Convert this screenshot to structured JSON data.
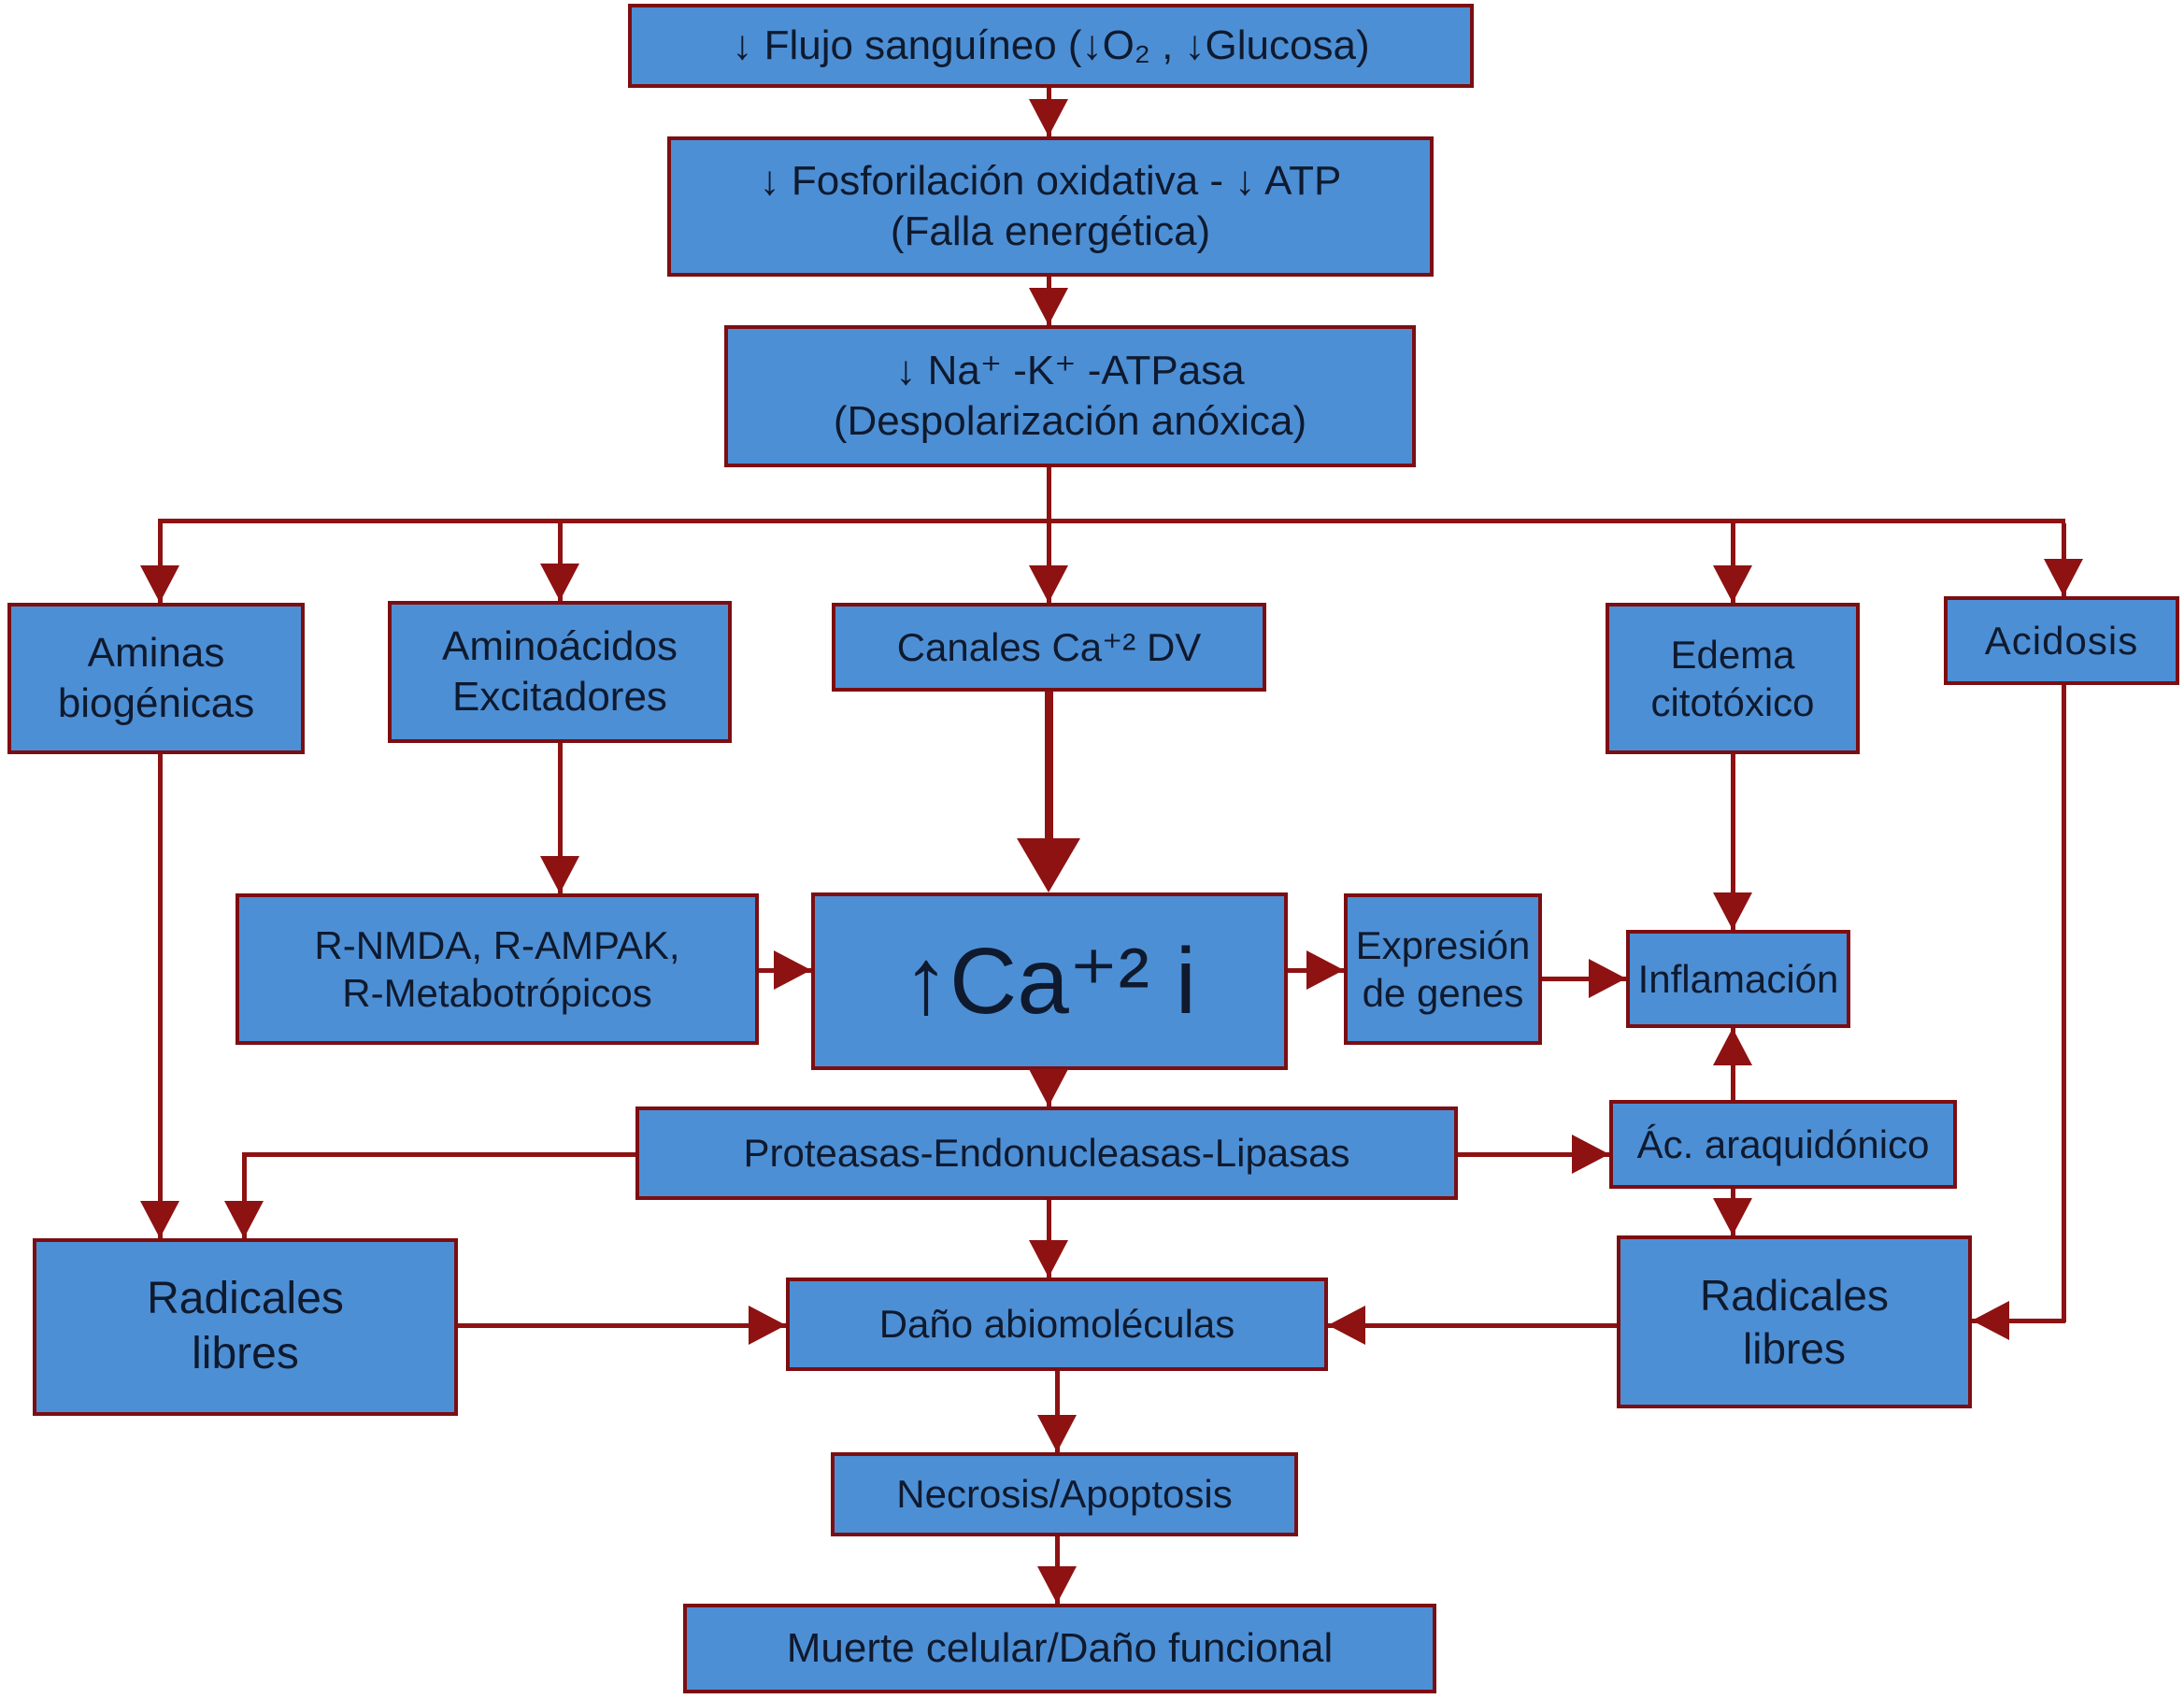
{
  "diagram": {
    "language": "es",
    "colors": {
      "box_fill": "#4d8fd5",
      "box_border": "#7c0e12",
      "connector": "#8e1212",
      "text": "#0f1a2e",
      "background": "#ffffff"
    },
    "nodes": {
      "flujo": {
        "label": "↓ Flujo sanguíneo (↓O₂ , ↓Glucosa)"
      },
      "fosforilacion": {
        "label": "↓ Fosforilación oxidativa - ↓ ATP\n(Falla energética)"
      },
      "atpasa": {
        "label": "↓ Na⁺ -K⁺ -ATPasa\n(Despolarización anóxica)"
      },
      "aminas": {
        "label": "Aminas\nbiogénicas"
      },
      "aminoacidos": {
        "label": "Aminoácidos\nExcitadores"
      },
      "canales": {
        "label": "Canales Ca⁺² DV"
      },
      "edema": {
        "label": "Edema\ncitotóxico"
      },
      "acidosis": {
        "label": "Acidosis"
      },
      "rnmda": {
        "label": "R-NMDA, R-AMPAK,\nR-Metabotrópicos"
      },
      "ca": {
        "label": "↑Ca⁺² i"
      },
      "expresion": {
        "label": "Expresión\nde genes"
      },
      "inflamacion": {
        "label": "Inflamación"
      },
      "proteasas": {
        "label": "Proteasas-Endonucleasas-Lipasas"
      },
      "araquidonico": {
        "label": "Ác. araquidónico"
      },
      "radicales_izq": {
        "label": "Radicales\nlibres"
      },
      "dano": {
        "label": "Daño abiomoléculas"
      },
      "radicales_der": {
        "label": "Radicales\nlibres"
      },
      "necrosis": {
        "label": "Necrosis/Apoptosis"
      },
      "muerte": {
        "label": "Muerte celular/Daño funcional"
      }
    },
    "edges": [
      {
        "from": "flujo",
        "to": "fosforilacion"
      },
      {
        "from": "fosforilacion",
        "to": "atpasa"
      },
      {
        "from": "atpasa",
        "to": "aminas"
      },
      {
        "from": "atpasa",
        "to": "aminoacidos"
      },
      {
        "from": "atpasa",
        "to": "canales"
      },
      {
        "from": "atpasa",
        "to": "edema"
      },
      {
        "from": "atpasa",
        "to": "acidosis"
      },
      {
        "from": "aminoacidos",
        "to": "rnmda"
      },
      {
        "from": "canales",
        "to": "ca",
        "style": "thick"
      },
      {
        "from": "rnmda",
        "to": "ca"
      },
      {
        "from": "ca",
        "to": "expresion"
      },
      {
        "from": "expresion",
        "to": "inflamacion"
      },
      {
        "from": "edema",
        "to": "inflamacion"
      },
      {
        "from": "ca",
        "to": "proteasas"
      },
      {
        "from": "proteasas",
        "to": "araquidonico"
      },
      {
        "from": "proteasas",
        "to": "dano"
      },
      {
        "from": "proteasas",
        "to": "radicales_izq"
      },
      {
        "from": "aminas",
        "to": "radicales_izq"
      },
      {
        "from": "araquidonico",
        "to": "inflamacion"
      },
      {
        "from": "araquidonico",
        "to": "radicales_der"
      },
      {
        "from": "acidosis",
        "to": "radicales_der"
      },
      {
        "from": "radicales_izq",
        "to": "dano"
      },
      {
        "from": "radicales_der",
        "to": "dano"
      },
      {
        "from": "dano",
        "to": "necrosis"
      },
      {
        "from": "necrosis",
        "to": "muerte"
      }
    ]
  }
}
